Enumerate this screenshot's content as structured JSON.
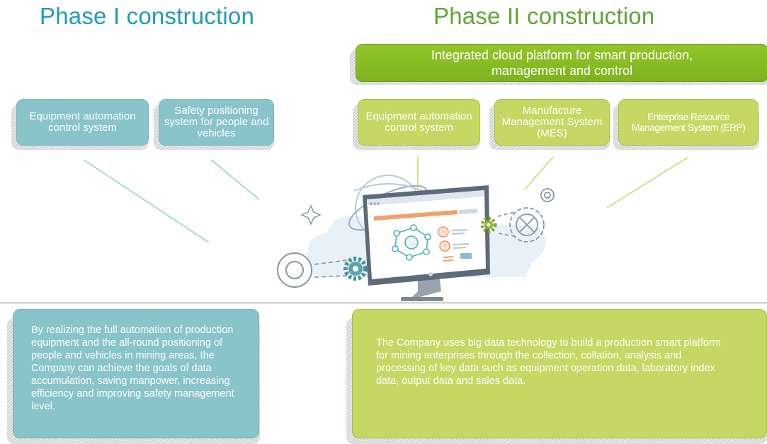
{
  "phase1": {
    "title": "Phase I construction",
    "systems": [
      {
        "label": "Equipment automation control system"
      },
      {
        "label": "Safety positioning system for people and vehicles"
      }
    ],
    "description": "By realizing the full automation of production equipment and the all-round positioning of people and vehicles in mining areas, the Company can achieve the goals of data accumulation, saving manpower, increasing efficiency and improving safety management level."
  },
  "phase2": {
    "title": "Phase II construction",
    "platform": "Integrated cloud platform for smart production, management and control",
    "systems": [
      {
        "label": "Equipment automation control system"
      },
      {
        "label": "Manufacture Management System (MES)"
      },
      {
        "label": "Enterprise Resource Management System (ERP)"
      }
    ],
    "description": "The Company uses big data technology to build a production smart platform for mining enterprises through the collection, collation, analysis and processing of key data such as equipment operation data, laboratory index data, output data and sales data."
  },
  "colors": {
    "phase1_title": "#1f9cb1",
    "phase2_title": "#5fa536",
    "phase1_box": "#88c4ca",
    "phase2_box": "#c6d763",
    "platform_box": "#86bc24"
  }
}
